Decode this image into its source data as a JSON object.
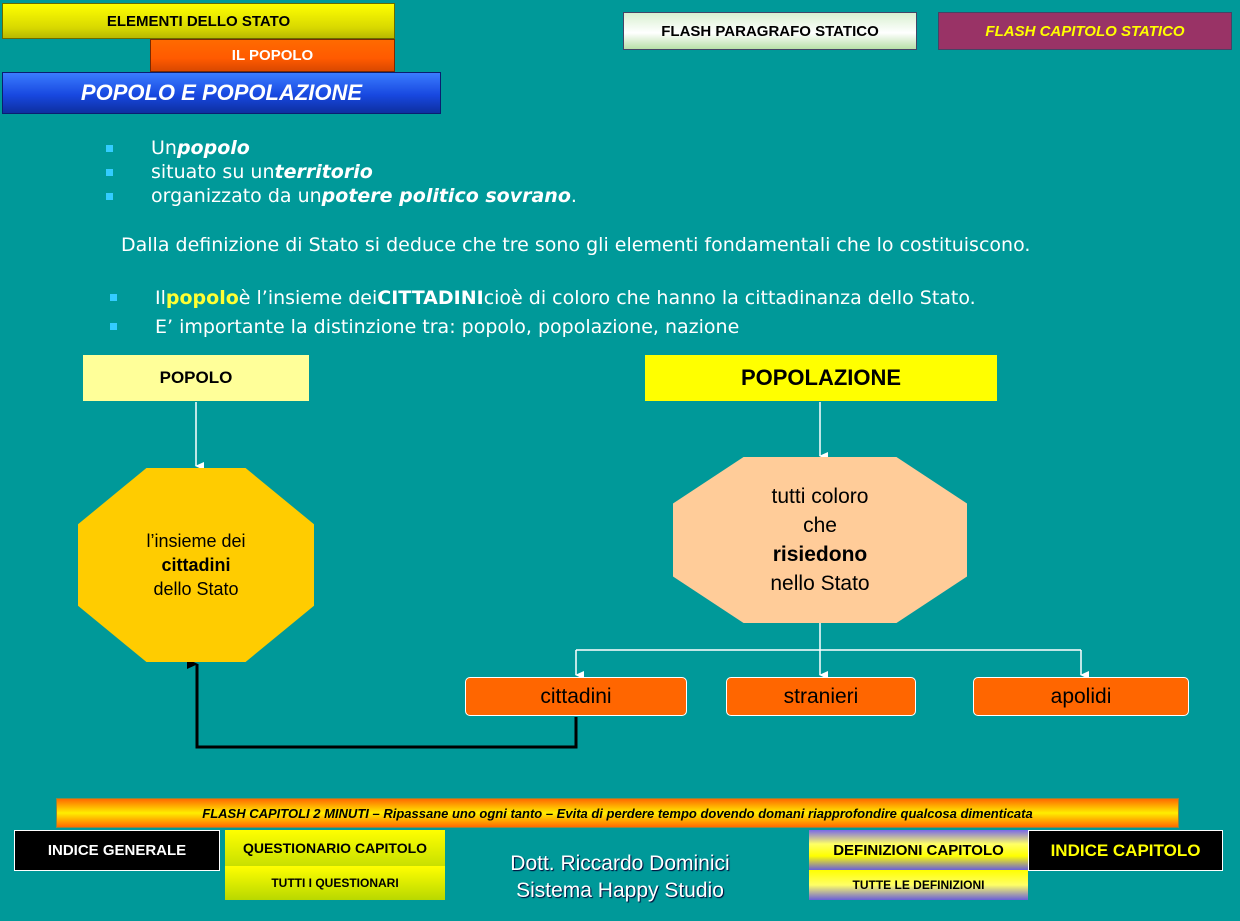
{
  "header": {
    "elementi_label": "ELEMENTI DELLO STATO",
    "popolo_label": "IL POPOLO",
    "page_title": "POPOLO E POPOLAZIONE",
    "flash_paragrafo_label": "FLASH PARAGRAFO STATICO",
    "flash_capitolo_label": "FLASH CAPITOLO STATICO"
  },
  "definition_list": [
    {
      "pre": "Un ",
      "em": "popolo",
      "post": ""
    },
    {
      "pre": "situato su un ",
      "em": "territorio",
      "post": ""
    },
    {
      "pre": "organizzato da un ",
      "em": "potere politico sovrano",
      "post": "."
    }
  ],
  "deduction_text": "Dalla definizione di Stato si deduce che tre sono gli elementi fondamentali che lo costituiscono.",
  "notes": {
    "n1_pre": "Il ",
    "n1_highlight": "popolo",
    "n1_mid": " è l’insieme dei ",
    "n1_bold": "CITTADINI",
    "n1_post": " cioè di coloro che hanno la cittadinanza dello Stato.",
    "n2": "E’ importante la distinzione tra: popolo, popolazione, nazione"
  },
  "diagram": {
    "popolo_heading": "POPOLO",
    "popolazione_heading": "POPOLAZIONE",
    "left_octagon": {
      "line1": "l’insieme dei",
      "line2": "cittadini",
      "line3": "dello Stato"
    },
    "right_octagon": {
      "line1": "tutti coloro",
      "line2": "che",
      "line3": "risiedono",
      "line4": "nello Stato"
    },
    "categories": [
      "cittadini",
      "stranieri",
      "apolidi"
    ],
    "colors": {
      "popolo_box": "#ffff99",
      "popolazione_box": "#ffff00",
      "left_octagon": "#ffcc00",
      "right_octagon": "#ffcc99",
      "category_box": "#ff6600"
    }
  },
  "footer": {
    "flash_banner": "FLASH CAPITOLI 2 MINUTI – Ripassane uno ogni tanto – Evita di perdere tempo dovendo domani riapprofondire qualcosa dimenticata",
    "indice_generale": "INDICE GENERALE",
    "questionario_capitolo": "QUESTIONARIO CAPITOLO",
    "tutti_questionari": "TUTTI  I QUESTIONARI",
    "author_name": "Dott. Riccardo Dominici",
    "author_system": "Sistema Happy Studio",
    "definizioni_capitolo": "DEFINIZIONI CAPITOLO",
    "tutte_definizioni": "TUTTE LE DEFINIZIONI",
    "indice_capitolo": "INDICE CAPITOLO"
  }
}
